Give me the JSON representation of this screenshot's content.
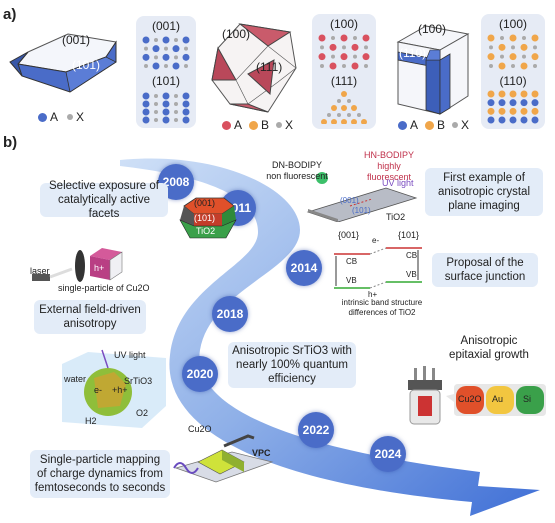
{
  "panel_a": {
    "label": "a)",
    "crystal1": {
      "top_face": "(001)",
      "side_face": "(101)",
      "lattice_top": "(001)",
      "lattice_bottom": "(101)",
      "legend": [
        "A",
        "X"
      ]
    },
    "crystal2": {
      "top_face": "(100)",
      "side_face": "(111)",
      "lattice_top": "(100)",
      "lattice_bottom": "(111)",
      "legend": [
        "A",
        "B",
        "X"
      ]
    },
    "crystal3": {
      "top_face": "(100)",
      "side_face": "(110)",
      "lattice_top": "(100)",
      "lattice_bottom": "(110)",
      "legend": [
        "A",
        "B",
        "X"
      ]
    }
  },
  "panel_b": {
    "label": "b)",
    "years": [
      "2008",
      "2011",
      "2014",
      "2018",
      "2020",
      "2022",
      "2024"
    ],
    "events": {
      "e2008": "Selective exposure of catalytically active facets",
      "e2011": "First example of anisotropic crystal plane imaging",
      "e2014": "Proposal of the surface junction",
      "e2018": "External field-driven anisotropy",
      "e2020a": "Anisotropic SrTiO3 with nearly 100% quantum efficiency",
      "e2020b": "Anisotropic epitaxial growth",
      "e2022": "Single-particle mapping of charge dynamics from femtoseconds to seconds"
    },
    "crystal2008": {
      "top": "(001)",
      "mid": "(101)",
      "bottom": "TiO2"
    },
    "bodipy": {
      "dn": "DN-BODIPY",
      "dn_sub": "non fluorescent",
      "hn": "HN-BODIPY",
      "hn_sub": "highly fluorescent",
      "uv": "UV light",
      "f1": "(001)",
      "f2": "(101)",
      "sub": "TiO2"
    },
    "band": {
      "left": "{001}",
      "right": "{101}",
      "cb": "CB",
      "vb": "VB",
      "e": "e-",
      "h": "h+",
      "caption": "intrinsic band structure differences of TiO2"
    },
    "laser": {
      "laser": "laser",
      "caption": "single-particle of Cu2O",
      "h": "h+"
    },
    "srtio": {
      "uv": "UV light",
      "water": "water",
      "name": "SrTiO3",
      "e": "e-",
      "h": "+h+",
      "h2": "H2",
      "o2": "O2"
    },
    "epitaxial": {
      "a": "Cu2O",
      "b": "Au",
      "c": "Si"
    },
    "device": {
      "sample": "Cu2O",
      "vpc": "VPC"
    }
  }
}
